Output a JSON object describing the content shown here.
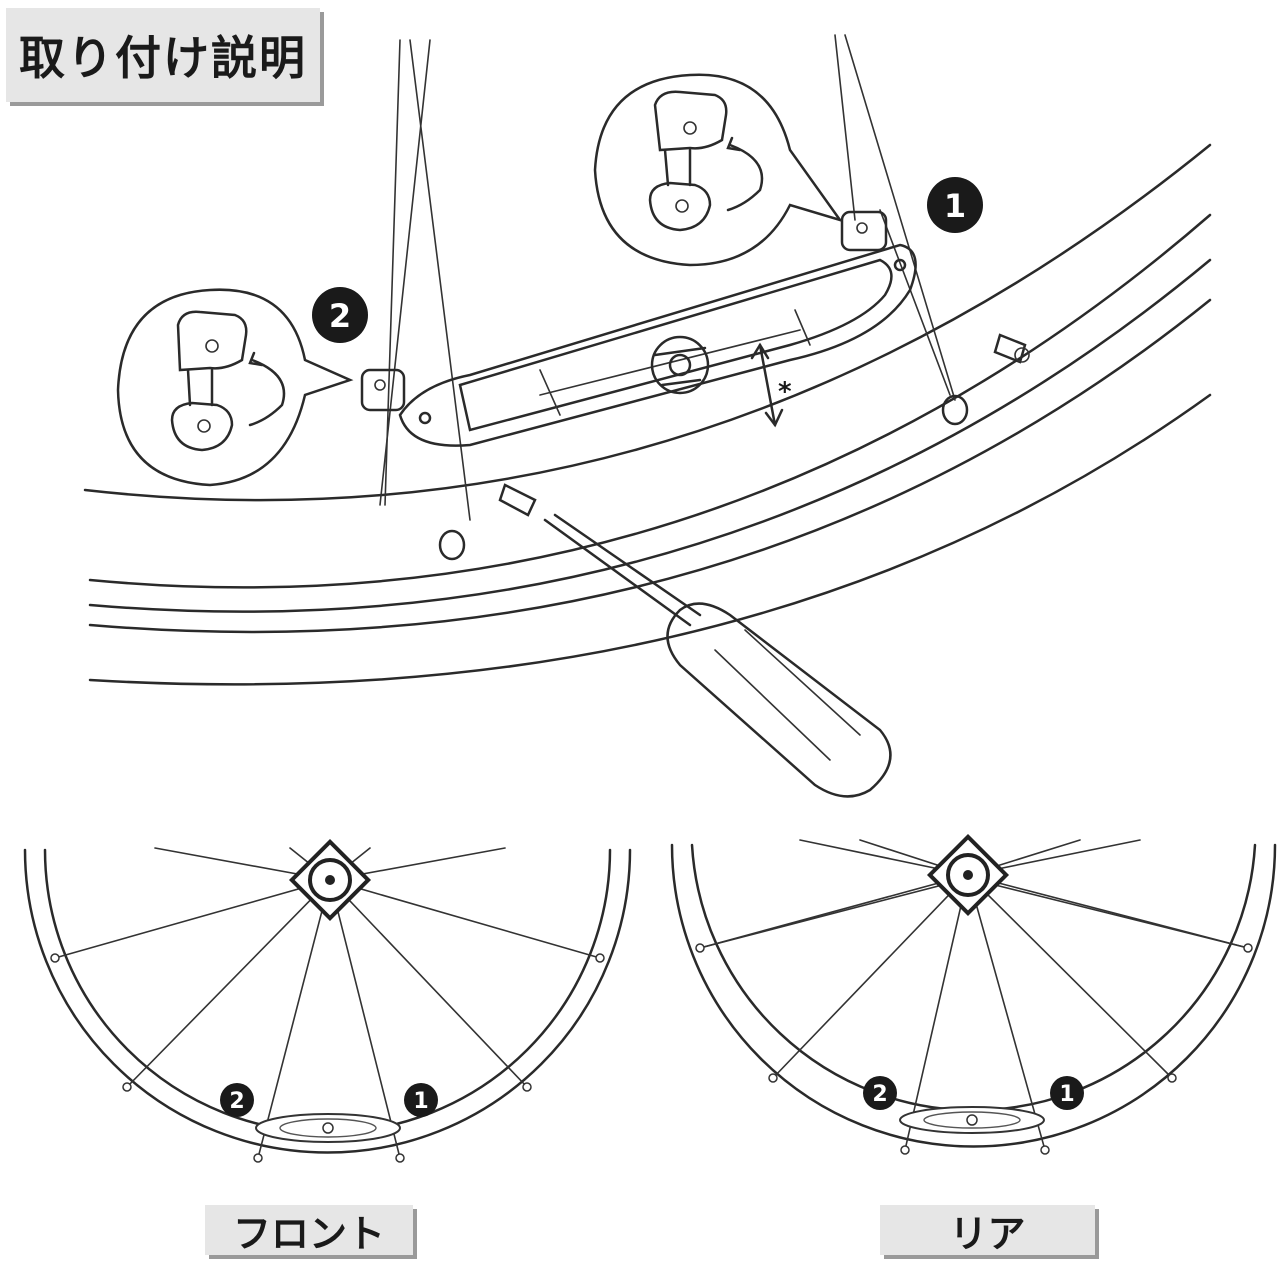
{
  "title": "取り付け説明",
  "steps": {
    "step1": "1",
    "step2": "2"
  },
  "marks": {
    "adjust": "*"
  },
  "wheels": {
    "front_label": "フロント",
    "rear_label": "リア"
  },
  "colors": {
    "line": "#2a2a2a",
    "label_bg": "#e6e6e6",
    "shadow": "#9a9a9a",
    "badge": "#1a1a1a"
  }
}
